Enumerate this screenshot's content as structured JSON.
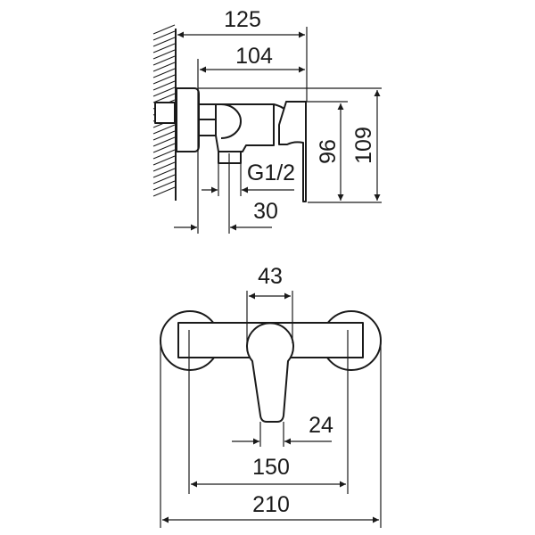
{
  "side_view": {
    "dimensions": {
      "overall_depth": "125",
      "body_depth": "104",
      "lever_height": "96",
      "overall_height": "109",
      "outlet_thread": "G1/2",
      "outlet_offset": "30"
    }
  },
  "front_view": {
    "dimensions": {
      "handle_width": "43",
      "lever_tip_width": "24",
      "inlet_spacing": "150",
      "overall_width": "210"
    }
  },
  "colors": {
    "line": "#1a1a1a",
    "background": "#ffffff"
  }
}
